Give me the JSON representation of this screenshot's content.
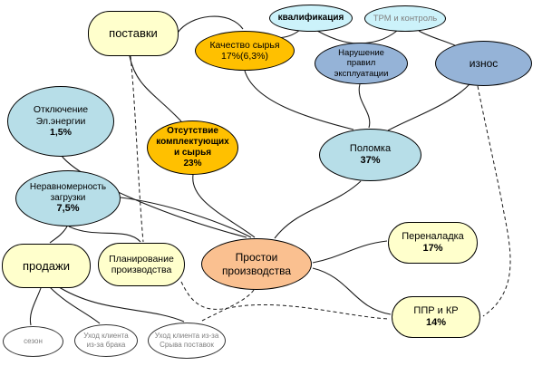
{
  "diagram": {
    "subject": "Простои производства",
    "palette": {
      "pale_yellow": "#FFFFCC",
      "gold": "#FFC000",
      "light_blue": "#B7DEE8",
      "medium_blue": "#95B3D7",
      "pale_cyan": "#CCF2FA",
      "peach": "#FAC090",
      "white": "#FFFFFF",
      "line": "#1A1A1A",
      "gray_text": "#808080"
    }
  },
  "nodes": {
    "postavki": {
      "label": "поставки"
    },
    "kvalifikaciya": {
      "label": "квалификация"
    },
    "trm": {
      "label": "ТРМ и контроль"
    },
    "kachestvo": {
      "line1": "Качество сырья",
      "pct": "17%(6,3%)"
    },
    "narushenie": {
      "line1": "Нарушение",
      "line2": "правил",
      "line3": "эксплуатации"
    },
    "iznos": {
      "label": "износ"
    },
    "otklyuchenie": {
      "line1": "Отключение",
      "line2": "Эл.энергии",
      "pct": "1,5%"
    },
    "otsutstvie": {
      "line1": "Отсутствие",
      "line2": "комплектующих",
      "line3": "и сырья",
      "pct": "23%"
    },
    "polomka": {
      "line1": "Поломка",
      "pct": "37%"
    },
    "neravnomernost": {
      "line1": "Неравномерность",
      "line2": "загрузки",
      "pct": "7,5%"
    },
    "prodazhi": {
      "label": "продажи"
    },
    "planirovanie": {
      "line1": "Планирование",
      "line2": "производства"
    },
    "prostoi": {
      "line1": "Простои",
      "line2": "производства"
    },
    "perenaladka": {
      "line1": "Переналадка",
      "pct": "17%"
    },
    "ppr": {
      "line1": "ППР и КР",
      "pct": "14%"
    },
    "sezon": {
      "label": "сезон"
    },
    "uhod_brak": {
      "line1": "Уход клиента",
      "line2": "из-за брака"
    },
    "uhod_sryv": {
      "line1": "Уход клиента из-за",
      "line2": "Срыва поставок"
    }
  },
  "edges": [
    {
      "from": "поставки",
      "to": "Качество сырья",
      "style": "solid"
    },
    {
      "from": "поставки",
      "to": "Отсутствие комплектующих и сырья",
      "style": "solid"
    },
    {
      "from": "квалификация",
      "to": "Качество сырья",
      "style": "solid"
    },
    {
      "from": "квалификация",
      "to": "Нарушение правил эксплуатации",
      "style": "solid"
    },
    {
      "from": "ТРМ и контроль",
      "to": "Нарушение правил эксплуатации",
      "style": "solid"
    },
    {
      "from": "ТРМ и контроль",
      "to": "износ",
      "style": "solid"
    },
    {
      "from": "Качество сырья",
      "to": "Поломка",
      "style": "solid"
    },
    {
      "from": "Нарушение правил эксплуатации",
      "to": "Поломка",
      "style": "solid"
    },
    {
      "from": "износ",
      "to": "Поломка",
      "style": "solid"
    },
    {
      "from": "Поломка",
      "to": "Простои производства",
      "style": "solid"
    },
    {
      "from": "Отключение Эл.энергии",
      "to": "Простои производства",
      "style": "solid"
    },
    {
      "from": "Неравномерность загрузки",
      "to": "Простои производства",
      "style": "solid"
    },
    {
      "from": "Отсутствие комплектующих и сырья",
      "to": "Простои производства",
      "style": "solid"
    },
    {
      "from": "Неравномерность загрузки",
      "to": "продажи",
      "style": "solid"
    },
    {
      "from": "Неравномерность загрузки",
      "to": "Планирование производства",
      "style": "solid"
    },
    {
      "from": "продажи",
      "to": "сезон",
      "style": "solid"
    },
    {
      "from": "продажи",
      "to": "Уход клиента из-за брака",
      "style": "solid"
    },
    {
      "from": "продажи",
      "to": "Уход клиента из-за Срыва поставок",
      "style": "solid"
    },
    {
      "from": "Простои производства",
      "to": "Переналадка",
      "style": "solid"
    },
    {
      "from": "Простои производства",
      "to": "ППР и КР",
      "style": "solid"
    },
    {
      "from": "поставки",
      "to": "Планирование производства",
      "style": "dashed"
    },
    {
      "from": "износ",
      "to": "ППР и КР",
      "style": "dashed"
    },
    {
      "from": "Планирование производства",
      "to": "ППР и КР",
      "style": "dashed"
    },
    {
      "from": "Простои производства",
      "to": "Уход клиента из-за Срыва поставок",
      "style": "dashed"
    }
  ]
}
